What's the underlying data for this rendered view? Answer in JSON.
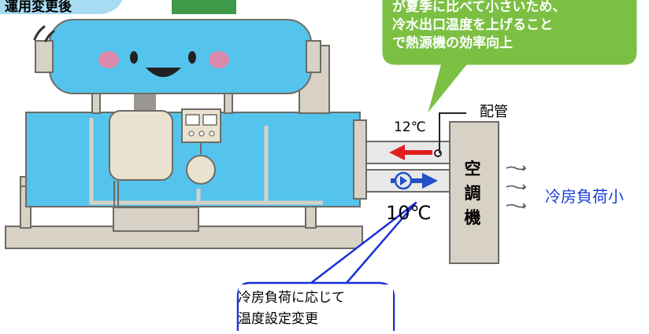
{
  "top_left_label": "運用変更後",
  "speech_top": {
    "lines": [
      "が夏季に比べて小さいため、",
      "冷水出口温度を上げること",
      "で熱源機の効率向上"
    ]
  },
  "pipe_label": "配管",
  "temp_return": "12℃",
  "temp_supply": "10℃",
  "air_handler": {
    "chars": [
      "空",
      "調",
      "機"
    ]
  },
  "load_label": "冷房負荷小",
  "speech_bottom": {
    "lines": [
      "冷房負荷に応じて",
      "温度設定変更"
    ]
  },
  "colors": {
    "machine_body": "#55c4ec",
    "frame": "#d7d1c6",
    "frame_stroke": "#6e6b66",
    "bubble_green": "#7bc043",
    "arrow_green": "#3e9a48",
    "return_arrow": "#e02020",
    "supply_arrow": "#2150c8",
    "load_text": "#1a3fd6"
  }
}
